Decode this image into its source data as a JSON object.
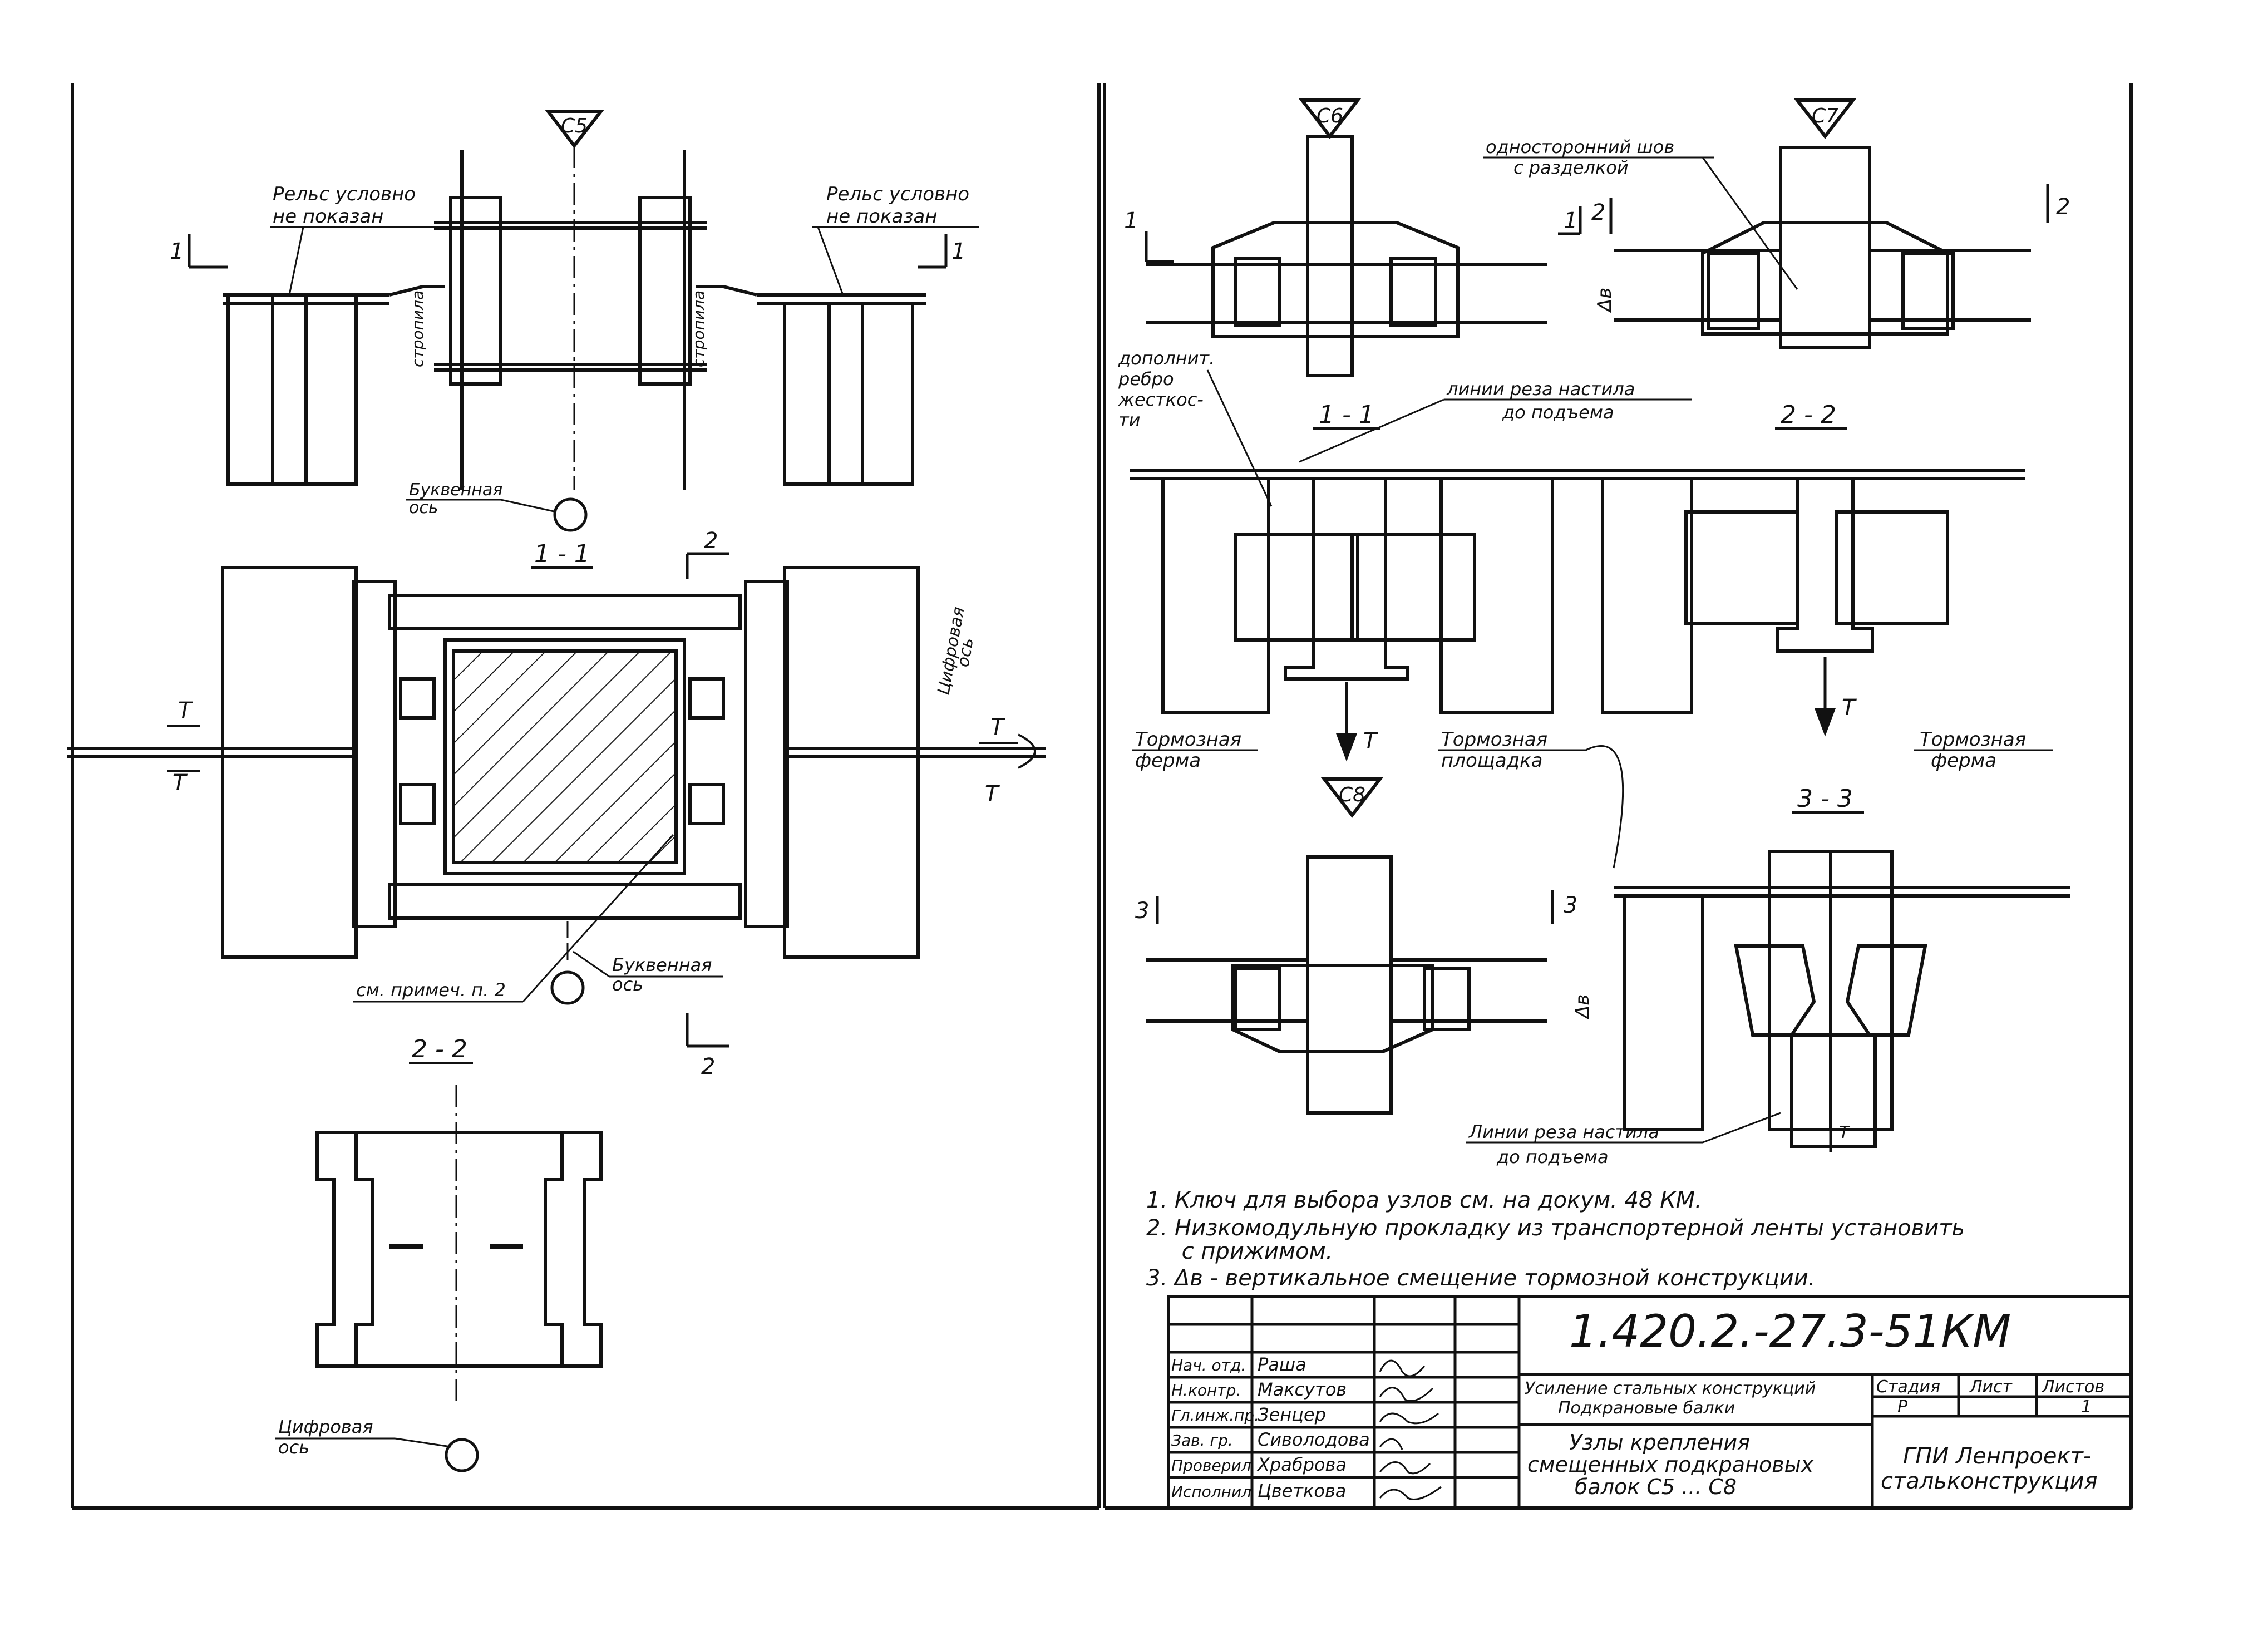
{
  "markers": {
    "c5": "C5",
    "c6": "C6",
    "c7": "C7",
    "c8": "C8"
  },
  "left_sheet": {
    "rail_left": [
      "Рельс условно",
      "не показан"
    ],
    "rail_right": [
      "Рельс условно",
      "не показан"
    ],
    "stropila": "стропила",
    "cut_1_left": "1",
    "cut_1_right": "1",
    "letter_axis_top": [
      "Буквенная",
      "ось"
    ],
    "section_1_1": "1 - 1",
    "section_2_2": "2 - 2",
    "cut_2_top": "2",
    "cut_2_bottom": "2",
    "digital_axis_right": [
      "Цифровая",
      "ось"
    ],
    "force_T": "T",
    "note_ref": "см. примеч. п. 2",
    "letter_axis_mid": [
      "Буквенная",
      "ось"
    ],
    "digital_axis_bottom": [
      "Цифровая",
      "ось"
    ]
  },
  "right_sheet": {
    "one_sided_weld": [
      "односторонний шов",
      "с разделкой"
    ],
    "cut_1": "1",
    "cut_2": "2",
    "cut_3": "3",
    "delta_b": "Δв",
    "extra_rib": [
      "дополнит.",
      "ребро",
      "жесткос-",
      "ти"
    ],
    "cut_lines_top": [
      "линии реза настила",
      "до подъема"
    ],
    "section_1_1": "1 - 1",
    "section_2_2": "2 - 2",
    "section_3_3": "3 - 3",
    "brake_truss_left": [
      "Тормозная",
      "ферма"
    ],
    "brake_platform": [
      "Тормозная",
      "площадка"
    ],
    "brake_truss_right": [
      "Тормозная",
      "ферма"
    ],
    "force_T": "T",
    "cut_lines_bottom": [
      "Линии реза настила",
      "до подъема"
    ]
  },
  "notes": [
    "1.  Ключ для выбора узлов см. на докум. 48 КМ.",
    "2.  Низкомодульную прокладку из транспортерной ленты установить",
    "     с прижимом.",
    "3.  Δв - вертикальное смещение тормозной конструкции."
  ],
  "title_block": {
    "doc_code": "1.420.2.-27.3-51КМ",
    "roles": [
      "Нач. отд.",
      "Н.контр.",
      "Гл.инж.пр.",
      "Зав. гр.",
      "Проверил",
      "Исполнил"
    ],
    "names": [
      "Раша",
      "Максутов",
      "Зенцер",
      "Сиволодова",
      "Храброва",
      "Цветкова"
    ],
    "project_title": [
      "Усиление стальных конструкций",
      "Подкрановые балки"
    ],
    "stage_label": "Стадия",
    "sheet_label": "Лист",
    "sheets_label": "Листов",
    "stage_value": "Р",
    "sheet_value": "",
    "sheets_value": "1",
    "drawing_title": [
      "Узлы крепления",
      "смещенных подкрановых",
      "балок С5 ... С8"
    ],
    "organization": [
      "ГПИ Ленпроект-",
      "стальконструкция"
    ]
  }
}
